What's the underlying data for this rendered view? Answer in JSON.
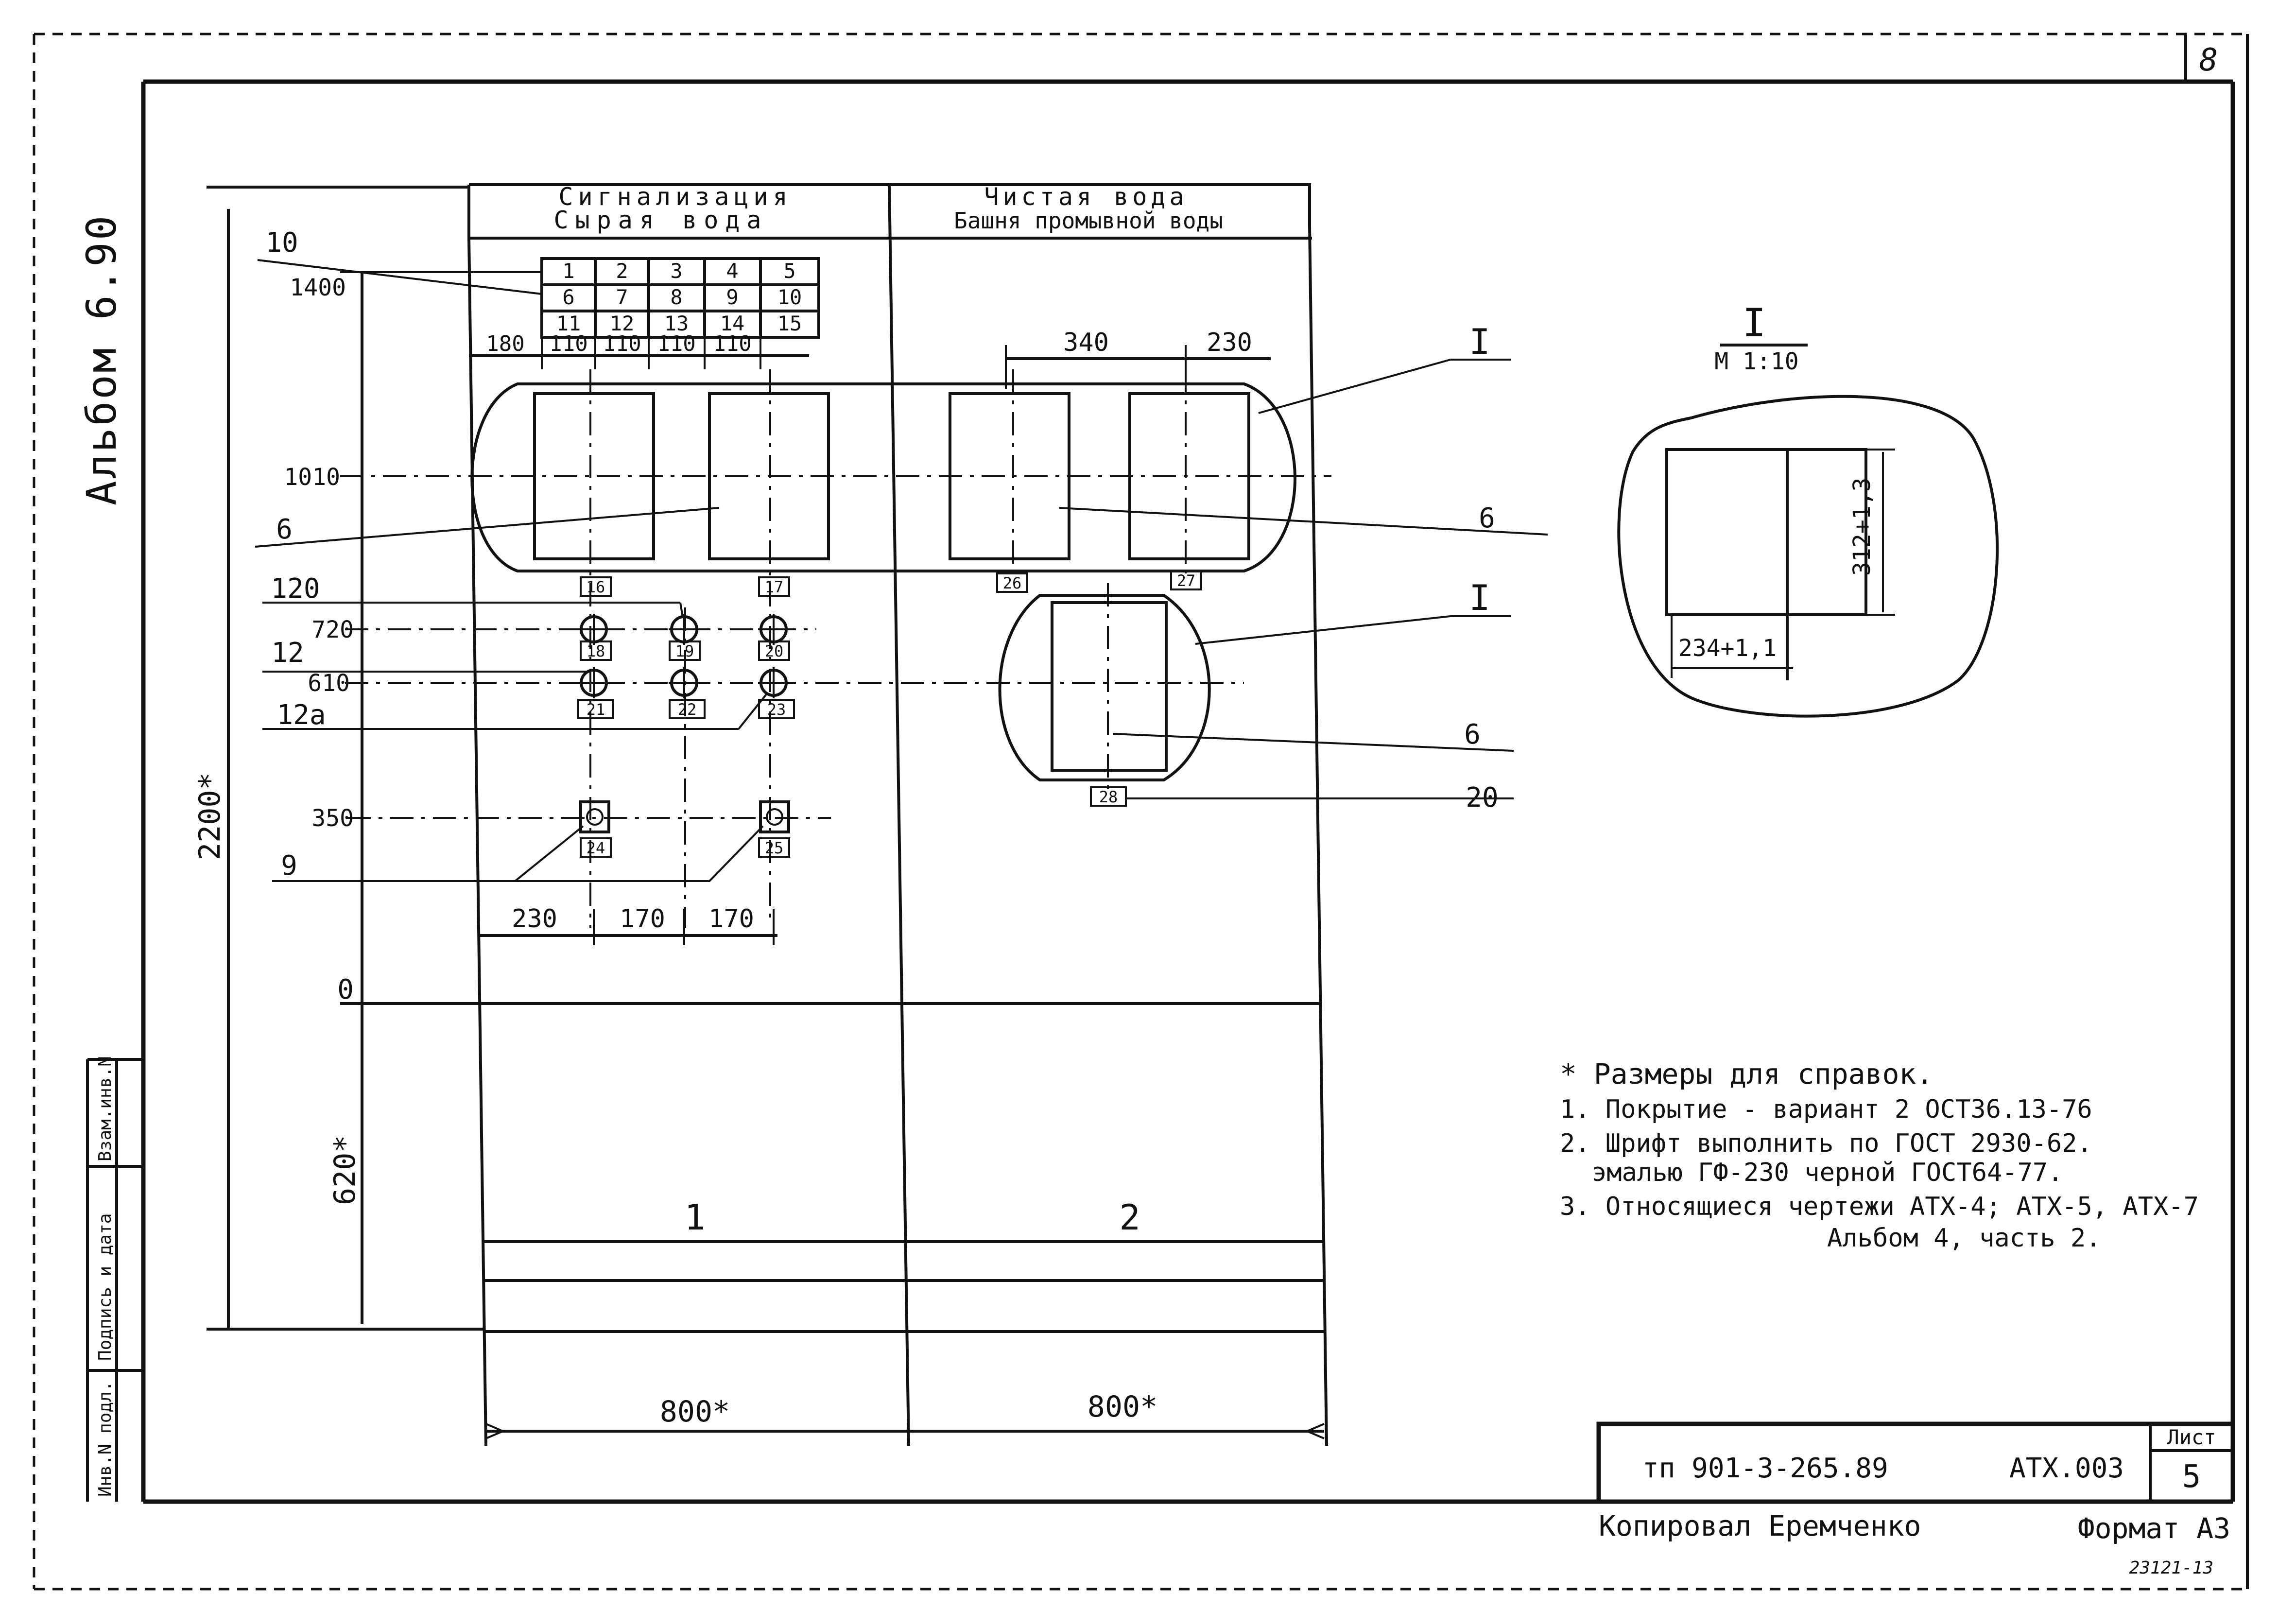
{
  "sheet_corner_number": "8",
  "album_label": "Альбом 6.90",
  "side_stamp": [
    "Инв.N подл.",
    "Подпись и дата",
    "Взам.инв.N"
  ],
  "panel": {
    "header_left": [
      "Сигнализация",
      "Сырая вода"
    ],
    "header_right": [
      "Чистая вода",
      "Башня промывной воды"
    ],
    "label_grid": [
      "1",
      "2",
      "3",
      "4",
      "5",
      "6",
      "7",
      "8",
      "9",
      "10",
      "11",
      "12",
      "13",
      "14",
      "15"
    ],
    "top_dims": [
      "180",
      "110",
      "110",
      "110",
      "110"
    ],
    "right_dims": [
      "340",
      "230"
    ],
    "level_marks": [
      "1400",
      "1010",
      "720",
      "610",
      "350",
      "0"
    ],
    "leaders_left": [
      "10",
      "6",
      "120",
      "12",
      "12а",
      "9"
    ],
    "leaders_right": [
      "I",
      "6",
      "I",
      "6",
      "20"
    ],
    "item_tags": [
      "16",
      "17",
      "26",
      "27",
      "18",
      "19",
      "20",
      "21",
      "22",
      "23",
      "24",
      "25",
      "28"
    ],
    "bottom_dims": [
      "230",
      "170",
      "170"
    ],
    "height_dims": [
      "2200*",
      "620*"
    ],
    "section_numbers": [
      "1",
      "2"
    ],
    "width_dims": [
      "800*",
      "800*"
    ]
  },
  "detail": {
    "title": "I",
    "scale": "М 1:10",
    "height_dim": "312+1,3",
    "width_dim": "234+1,1"
  },
  "notes": [
    "* Размеры для справок.",
    "1. Покрытие - вариант 2 ОСТ36.13-76",
    "2. Шрифт выполнить по ГОСТ 2930-62.",
    "эмалью ГФ-230 черной ГОСТ64-77.",
    "3. Относящиеся чертежи АТХ-4; АТХ-5, АТХ-7",
    "Альбом 4, часть 2."
  ],
  "title_block": {
    "project": "тп 901-3-265.89",
    "code": "АТХ.003",
    "sheet_label": "Лист",
    "sheet_no": "5"
  },
  "footer": {
    "copied": "Копировал Еремченко",
    "format": "Формат А3",
    "number": "23121-13"
  }
}
